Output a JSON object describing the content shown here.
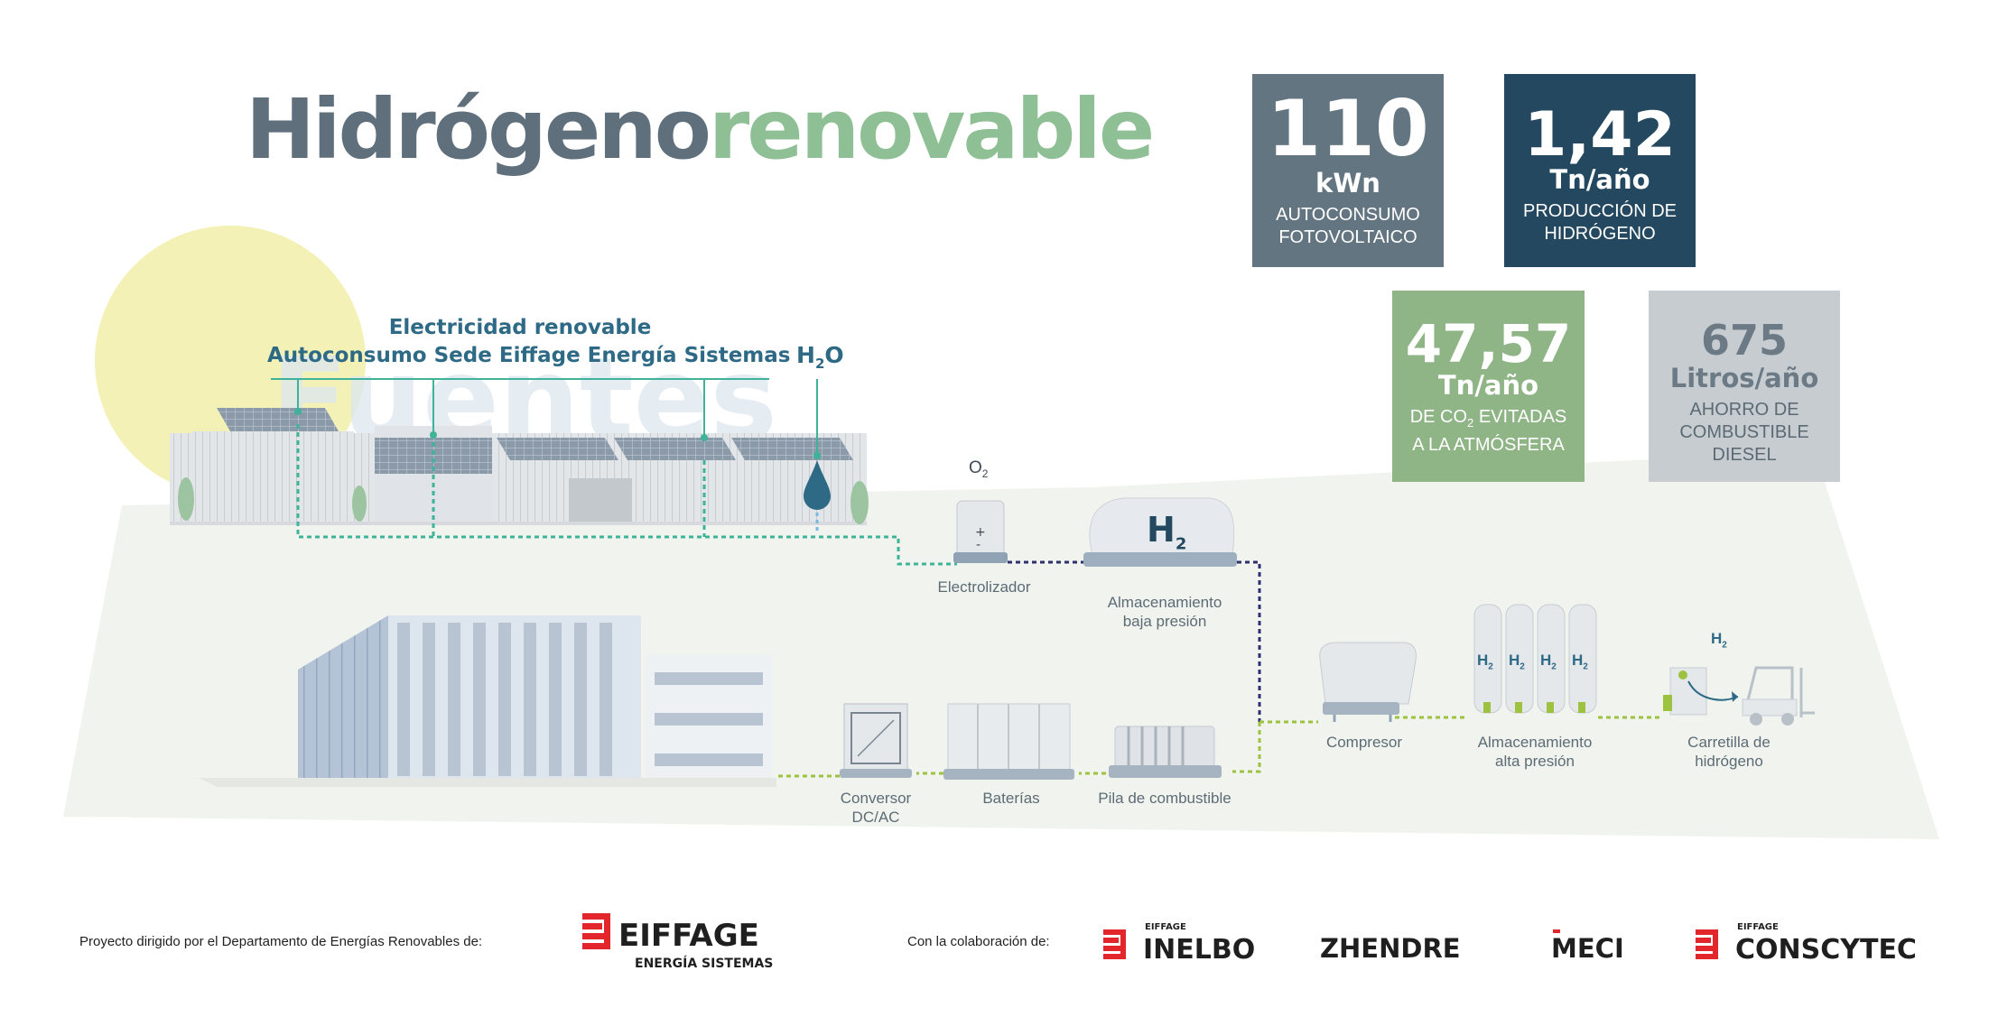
{
  "title": {
    "part1": "Hidrógeno",
    "part2": "renovable"
  },
  "watermark": "Fuentes",
  "kpis": [
    {
      "value": "110",
      "unit": "kWn",
      "desc_line1": "AUTOCONSUMO",
      "desc_line2": "FOTOVOLTAICO",
      "desc_line3": "",
      "color": "#637580"
    },
    {
      "value": "1,42",
      "unit": "Tn/año",
      "desc_line1": "PRODUCCIÓN DE",
      "desc_line2": "HIDRÓGENO",
      "desc_line3": "",
      "color": "#23485f"
    },
    {
      "value": "47,57",
      "unit": "Tn/año",
      "desc_line1": "DE CO",
      "desc_line1_sub": "2",
      "desc_line1_tail": " EVITADAS",
      "desc_line2": "A LA ATMÓSFERA",
      "color": "#8fb486"
    },
    {
      "value": "675",
      "unit": "Litros/año",
      "desc_line1": "AHORRO DE",
      "desc_line2": "COMBUSTIBLE",
      "desc_line3": "DIESEL",
      "color": "#c6ccd0"
    }
  ],
  "header": {
    "line1": "Electricidad renovable",
    "line2": "Autoconsumo Sede Eiffage Energía Sistemas"
  },
  "chem": {
    "h2o": {
      "base1": "H",
      "sub": "2",
      "base2": "O"
    },
    "o2": {
      "base": "O",
      "sub": "2"
    },
    "h2": {
      "base": "H",
      "sub": "2"
    }
  },
  "electrolyzer": {
    "plus": "+",
    "minus": "-"
  },
  "labels": {
    "electrolizador": "Electrolizador",
    "almacenamiento_baja_1": "Almacenamiento",
    "almacenamiento_baja_2": "baja presión",
    "compresor": "Compresor",
    "almacenamiento_alta_1": "Almacenamiento",
    "almacenamiento_alta_2": "alta presión",
    "carretilla_1": "Carretilla de",
    "carretilla_2": "hidrógeno",
    "conversor_1": "Conversor",
    "conversor_2": "DC/AC",
    "baterias": "Baterías",
    "pila": "Pila de combustible"
  },
  "footer": {
    "directed_by": "Proyecto dirigido por el Departamento de Energías Renovables de:",
    "collab": "Con la colaboración de:",
    "eiffage": "EIFFAGE",
    "eiffage_sub": "ENERGÍA SISTEMAS",
    "inelbo_small": "EIFFAGE",
    "inelbo": "INELBO",
    "zhendre": "ZHENDRE",
    "meci": "MECI",
    "conscytec_small": "EIFFAGE",
    "conscytec": "CONSCYTEC"
  },
  "colors": {
    "accent_blue": "#2e6a86",
    "accent_green": "#8fbf94",
    "flow_teal": "#3fb39a",
    "flow_navy": "#2d2f6e",
    "flow_green": "#9cc23f",
    "logo_red": "#e2262c",
    "sun": "#f3f1b6",
    "ground": "#f1f4ee"
  }
}
